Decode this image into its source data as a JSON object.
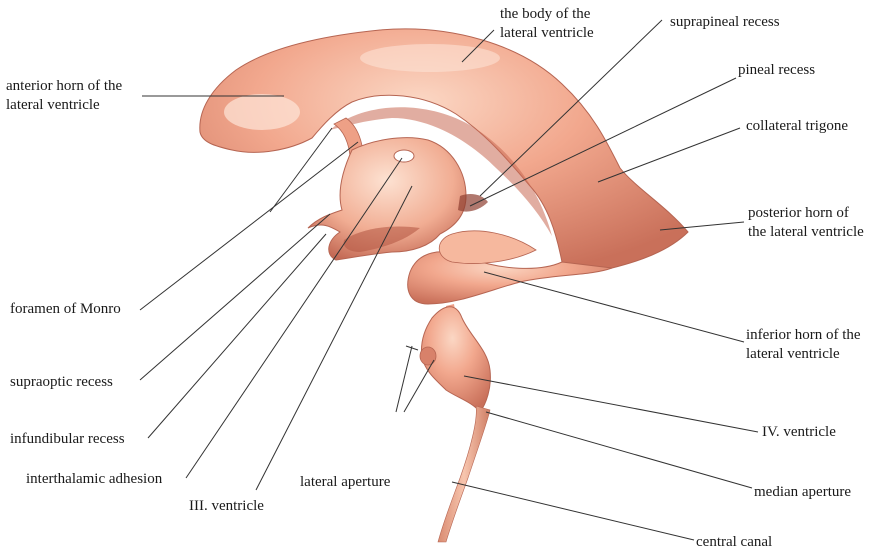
{
  "colors": {
    "tissue_light": "#f6c2aa",
    "tissue_mid": "#e8967b",
    "tissue_dark": "#b85a45",
    "leader_line": "#333333",
    "label_text": "#1a1a1a"
  },
  "labels": {
    "anterior_horn": [
      "anterior horn of the",
      "lateral ventricle"
    ],
    "body_lateral_ventricle": [
      "the body of the",
      "lateral ventricle"
    ],
    "suprapineal_recess": [
      "suprapineal recess"
    ],
    "pineal_recess": [
      "pineal recess"
    ],
    "collateral_trigone": [
      "collateral trigone"
    ],
    "posterior_horn": [
      "posterior horn of",
      "the lateral ventricle"
    ],
    "foramen_monro": [
      "foramen of Monro"
    ],
    "supraoptic_recess": [
      "supraoptic recess"
    ],
    "infundibular_recess": [
      "infundibular recess"
    ],
    "interthalamic_adhesion": [
      "interthalamic adhesion"
    ],
    "third_ventricle": [
      "III. ventricle"
    ],
    "lateral_aperture": [
      "lateral aperture"
    ],
    "inferior_horn": [
      "inferior horn of the",
      "lateral ventricle"
    ],
    "fourth_ventricle": [
      "IV. ventricle"
    ],
    "median_aperture": [
      "median aperture"
    ],
    "central_canal": [
      "central canal"
    ]
  }
}
